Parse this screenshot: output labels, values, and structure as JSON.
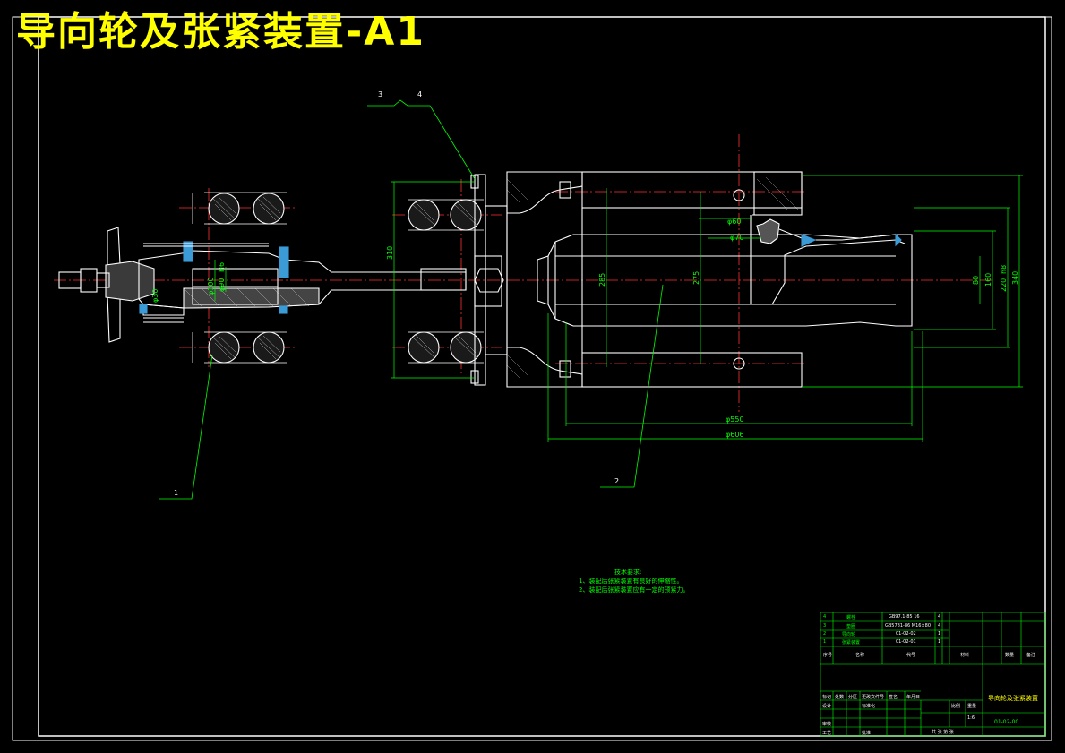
{
  "title": "导向轮及张紧装置-A1",
  "colors": {
    "background": "#000000",
    "frame": "#ffffff",
    "part": "#ffffff",
    "centerline": "#ff0000",
    "dimension": "#00ff00",
    "title": "#ffff00"
  },
  "callouts": [
    "1",
    "2",
    "3",
    "4"
  ],
  "dimensions": {
    "d606": "φ606",
    "d550": "φ550",
    "d60": "φ60",
    "d70": "φ70",
    "d90": "φ90",
    "d100": "φ100",
    "d30": "φ30",
    "h310": "310",
    "h285": "285",
    "h275": "275",
    "h80": "80",
    "h160": "160",
    "h220": "220",
    "h340": "340",
    "fit": "h8",
    "h6": "H6"
  },
  "tech_req": {
    "heading": "技术要求:",
    "items": [
      "1、装配后张紧装置有良好的伸缩性。",
      "2、装配后张紧装置应有一定的预紧力。"
    ]
  },
  "bom": [
    {
      "no": "4",
      "name": "螺栓",
      "std": "GB5781-86 M16×80",
      "qty": "4"
    },
    {
      "no": "3",
      "name": "垫圈",
      "std": "GB97.1-85 16",
      "qty": "4"
    },
    {
      "no": "2",
      "name": "导向轮",
      "std": "01-02-02",
      "qty": "1"
    },
    {
      "no": "1",
      "name": "张紧装置",
      "std": "01-02-01",
      "qty": "1"
    }
  ],
  "bom_header": {
    "seq": "序号",
    "name": "名称",
    "code": "代号",
    "material": "材料",
    "qty": "数量",
    "note": "备注"
  },
  "title_block": {
    "name": "导向轮及张紧装置",
    "drawing_no": "01-02-00",
    "scale": "比例",
    "scale_value": "1:6",
    "weight": "重量",
    "sheets": "共 张 第 张",
    "rows": [
      "标记",
      "处数",
      "分区",
      "更改文件号",
      "签名",
      "年月日",
      "设计",
      "标准化",
      "审核",
      "工艺",
      "批准"
    ]
  }
}
